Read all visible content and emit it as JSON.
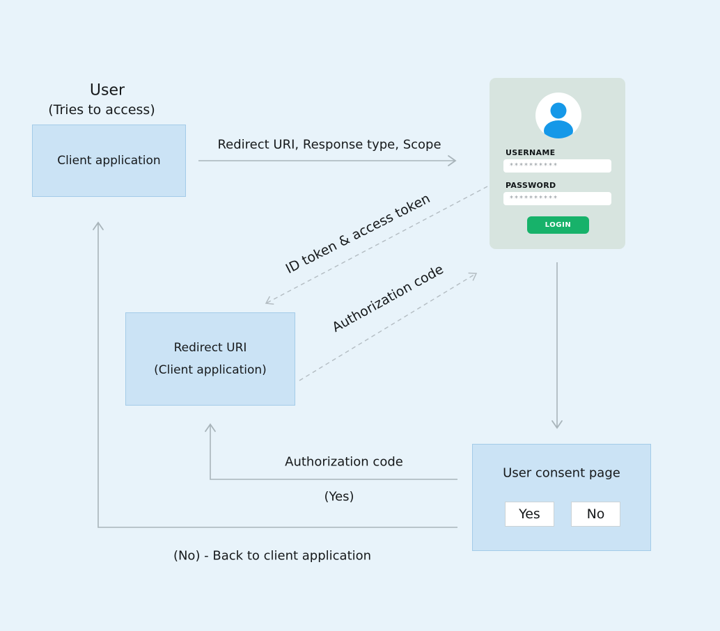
{
  "canvas": {
    "background": "#E8F3FA"
  },
  "colors": {
    "node_fill": "#CBE3F5",
    "node_border": "#A3CBE8",
    "card_fill": "#D7E4DF",
    "accent_green": "#17B26A",
    "avatar_blue": "#1598E8",
    "arrow_gray": "#A8B4BA",
    "dashed_gray": "#B3BCC2",
    "text": "#15181A"
  },
  "actor": {
    "title": "User",
    "subtitle": "(Tries to access)"
  },
  "client_box": {
    "label": "Client application"
  },
  "redirect_box": {
    "line1": "Redirect URI",
    "line2": "(Client application)"
  },
  "login_card": {
    "avatar_icon": "user-avatar-icon",
    "username_label": "USERNAME",
    "username_value": "**********",
    "password_label": "PASSWORD",
    "password_value": "**********",
    "login_button": "LOGIN"
  },
  "consent_box": {
    "title": "User consent page",
    "yes_button": "Yes",
    "no_button": "No"
  },
  "flow_labels": {
    "request": "Redirect URI, Response type, Scope",
    "id_token": "ID token & access token",
    "auth_code_dashed": "Authorization code",
    "auth_code_yes": "Authorization code",
    "yes_note": "(Yes)",
    "no_note": "(No) - Back to client application"
  }
}
